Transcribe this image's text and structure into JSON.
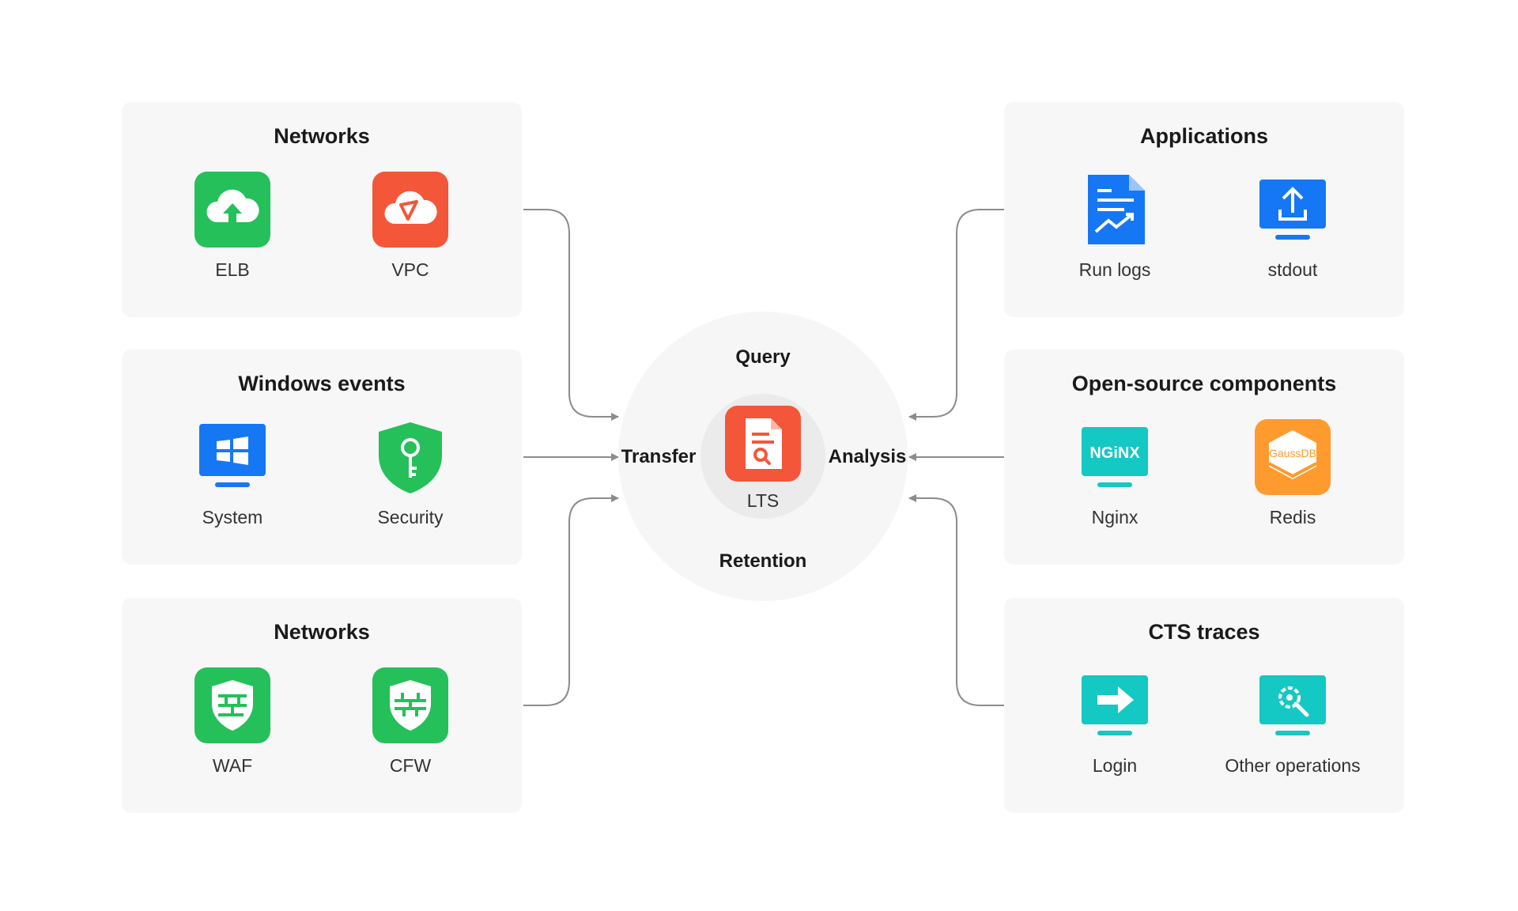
{
  "panels": [
    {
      "title": "Networks",
      "items": [
        {
          "label": "ELB",
          "icon": "cloud-upload-icon"
        },
        {
          "label": "VPC",
          "icon": "vpc-cloud-icon"
        }
      ]
    },
    {
      "title": "Windows events",
      "items": [
        {
          "label": "System",
          "icon": "windows-monitor-icon"
        },
        {
          "label": "Security",
          "icon": "key-shield-icon"
        }
      ]
    },
    {
      "title": "Networks",
      "items": [
        {
          "label": "WAF",
          "icon": "waf-shield-icon"
        },
        {
          "label": "CFW",
          "icon": "firewall-shield-icon"
        }
      ]
    },
    {
      "title": "Applications",
      "items": [
        {
          "label": "Run logs",
          "icon": "log-document-icon"
        },
        {
          "label": "stdout",
          "icon": "upload-monitor-icon"
        }
      ]
    },
    {
      "title": "Open-source components",
      "items": [
        {
          "label": "Nginx",
          "icon": "nginx-logo-icon",
          "logo_text": "NGiNX"
        },
        {
          "label": "Redis",
          "icon": "gaussdb-logo-icon",
          "logo_text": "GaussDB"
        }
      ]
    },
    {
      "title": "CTS traces",
      "items": [
        {
          "label": "Login",
          "icon": "login-arrow-icon"
        },
        {
          "label": "Other operations",
          "icon": "operations-gear-icon"
        }
      ]
    }
  ],
  "hub": {
    "query": "Query",
    "transfer": "Transfer",
    "analysis": "Analysis",
    "retention": "Retention",
    "center_label": "LTS",
    "center_icon": "lts-search-document-icon"
  },
  "colors": {
    "green": "#25c05a",
    "red_orange": "#f4563a",
    "blue": "#1677f5",
    "teal": "#14c8c4",
    "orange": "#ff9a2e",
    "panel_bg": "#f7f7f7",
    "connector": "#8c8c8c"
  }
}
